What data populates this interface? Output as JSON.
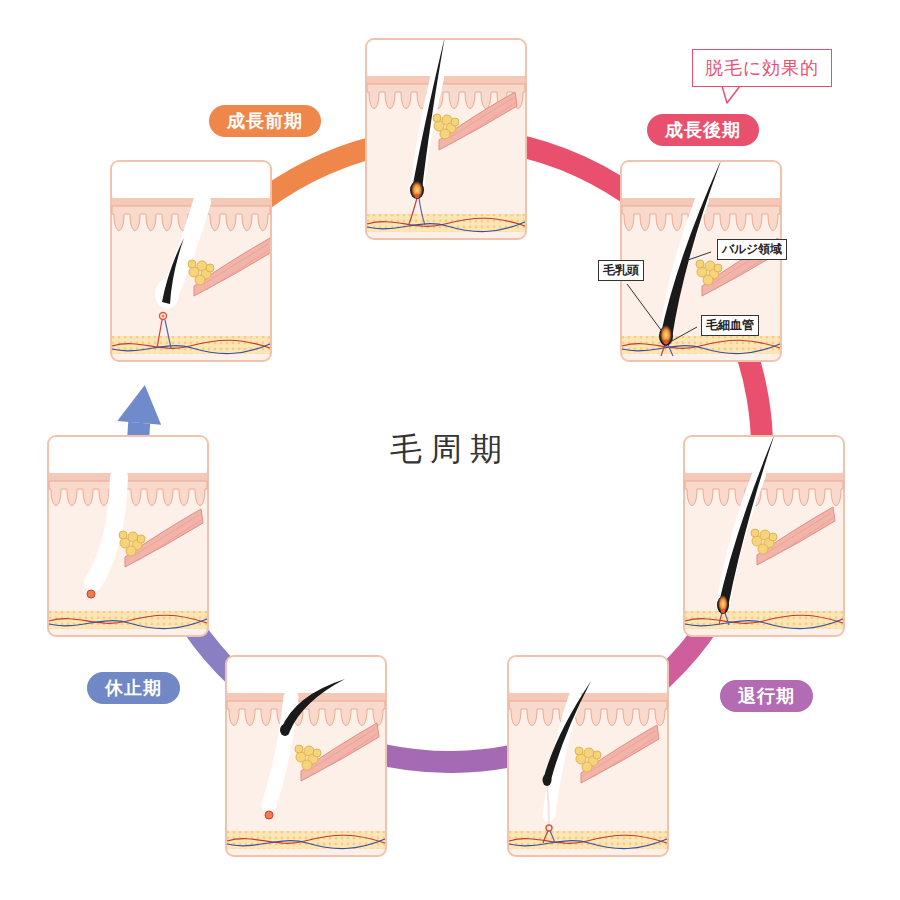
{
  "diagram": {
    "title": "毛周期",
    "nodes": [
      {
        "text": [
          "成長前期"
        ]
      },
      {
        "text": [
          "脱毛に効果的"
        ]
      },
      {
        "text": [
          "成長後期"
        ]
      },
      {
        "text": [
          "毛乳頭"
        ]
      },
      {
        "text": [
          "バルジ領域"
        ]
      },
      {
        "text": [
          "毛細血管"
        ]
      },
      {
        "text": [
          "退行期"
        ]
      },
      {
        "text": [
          "休止期"
        ]
      }
    ]
  }
}
